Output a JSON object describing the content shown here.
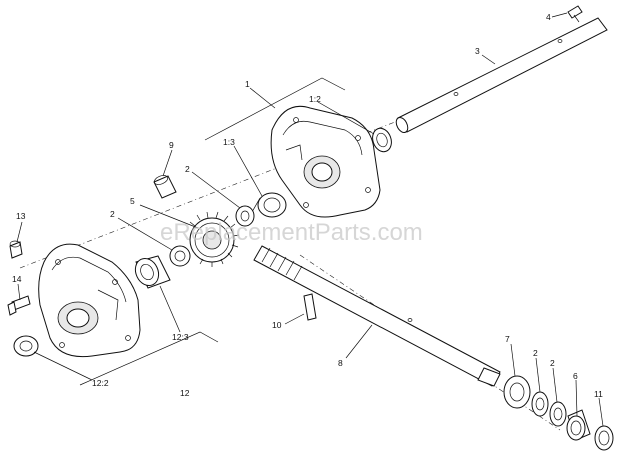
{
  "watermark": "eReplacementParts.com",
  "callouts": {
    "c1": "1",
    "c1_2": "1:2",
    "c1_3": "1:3",
    "c2a": "2",
    "c2b": "2",
    "c2c": "2",
    "c2d": "2",
    "c3": "3",
    "c4": "4",
    "c5": "5",
    "c6": "6",
    "c7": "7",
    "c8": "8",
    "c9": "9",
    "c10": "10",
    "c11": "11",
    "c12": "12",
    "c12_2": "12:2",
    "c12_3": "12:3",
    "c13": "13",
    "c14": "14"
  }
}
